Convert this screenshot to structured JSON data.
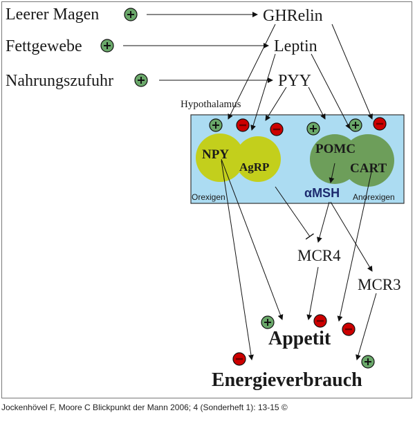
{
  "inputs": {
    "empty_stomach": "Leerer Magen",
    "fat_tissue": "Fettgewebe",
    "food_intake": "Nahrungszufuhr"
  },
  "hormones": {
    "ghrelin": "GHRelin",
    "leptin": "Leptin",
    "pyy": "PYY"
  },
  "hypothalamus": {
    "title": "Hypothalamus",
    "npy": "NPY",
    "agrp": "AgRP",
    "pomc": "POMC",
    "cart": "CART",
    "amsh": "αMSH",
    "orexigen": "Orexigen",
    "anorexigen": "Anorexigen"
  },
  "receptors": {
    "mcr4": "MCR4",
    "mcr3": "MCR3"
  },
  "outcomes": {
    "appetite": "Appetit",
    "energy": "Energieverbrauch"
  },
  "signs": {
    "plus": "+",
    "minus": "−"
  },
  "caption": "Jockenhövel F, Moore C Blickpunkt der Mann 2006; 4 (Sonderheft 1): 13-15 ©",
  "colors": {
    "plus_fill": "#6aa86a",
    "minus_fill": "#cc0000",
    "box_fill": "#acdcf2",
    "npy_agrp_fill": "#c3cf1c",
    "pomc_cart_fill": "#6d9e5a"
  }
}
